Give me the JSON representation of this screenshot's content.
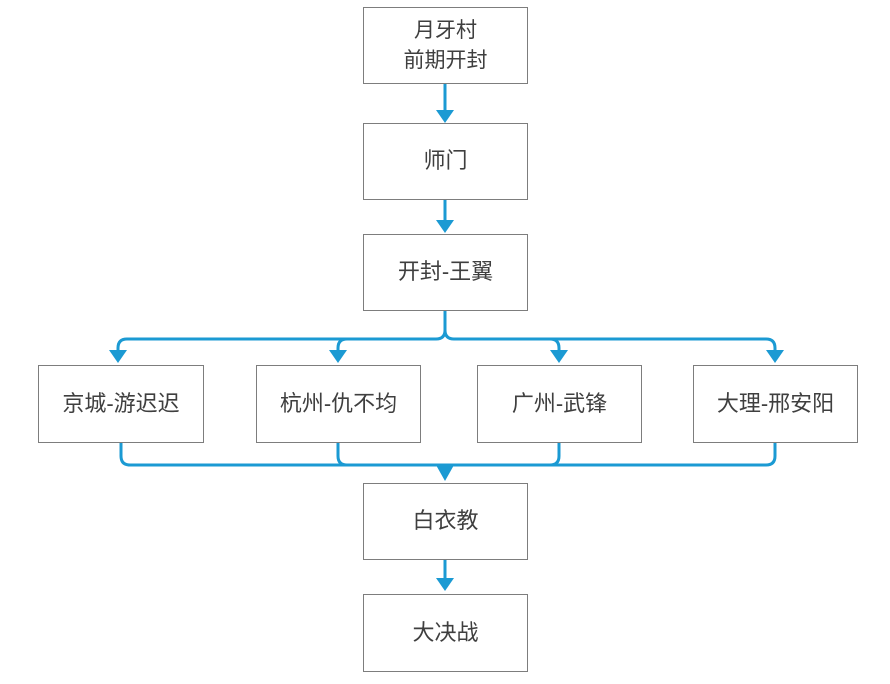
{
  "diagram": {
    "type": "flowchart",
    "direction": "top-down",
    "nodes": [
      {
        "id": "yueyacun",
        "label": "月牙村\n前期开封"
      },
      {
        "id": "shimen",
        "label": "师门"
      },
      {
        "id": "kaifeng",
        "label": "开封-王翼"
      },
      {
        "id": "jingcheng",
        "label": "京城-游迟迟"
      },
      {
        "id": "hangzhou",
        "label": "杭州-仇不均"
      },
      {
        "id": "guangzhou",
        "label": "广州-武锋"
      },
      {
        "id": "dali",
        "label": "大理-邢安阳"
      },
      {
        "id": "baiyijiao",
        "label": "白衣教"
      },
      {
        "id": "dajuezhan",
        "label": "大决战"
      }
    ],
    "edges": [
      {
        "from": "yueyacun",
        "to": "shimen"
      },
      {
        "from": "shimen",
        "to": "kaifeng"
      },
      {
        "from": "kaifeng",
        "to": "jingcheng"
      },
      {
        "from": "kaifeng",
        "to": "hangzhou"
      },
      {
        "from": "kaifeng",
        "to": "guangzhou"
      },
      {
        "from": "kaifeng",
        "to": "dali"
      },
      {
        "from": "jingcheng",
        "to": "baiyijiao"
      },
      {
        "from": "hangzhou",
        "to": "baiyijiao"
      },
      {
        "from": "guangzhou",
        "to": "baiyijiao"
      },
      {
        "from": "dali",
        "to": "baiyijiao"
      },
      {
        "from": "baiyijiao",
        "to": "dajuezhan"
      }
    ]
  },
  "theme": {
    "connector_color": "#1b9ad3",
    "box_border_color": "#7d7d7d",
    "box_background": "#ffffff",
    "text_color": "#3f3f3f",
    "page_background": "#ffffff"
  }
}
